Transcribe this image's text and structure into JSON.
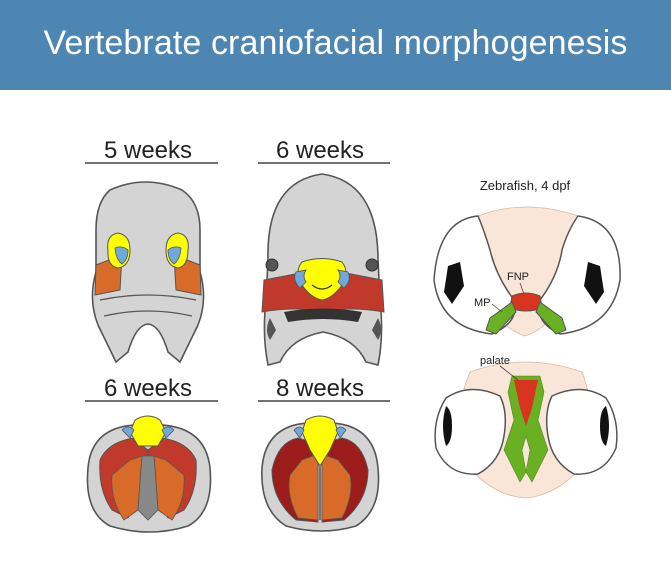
{
  "slide": {
    "title": "Vertebrate craniofacial morphogenesis"
  },
  "panels": {
    "human_5w_front": {
      "label": "5 weeks"
    },
    "human_6w_front": {
      "label": "6 weeks"
    },
    "human_6w_palate": {
      "label": "6 weeks"
    },
    "human_8w_palate": {
      "label": "8 weeks"
    },
    "zebrafish": {
      "label": "Zebrafish, 4 dpf",
      "annotations": {
        "fnp": "FNP",
        "mp": "MP",
        "palate": "palate"
      }
    }
  },
  "colors": {
    "header": "#4d86b3",
    "tissue_gray": "#d4d4d4",
    "outline": "#555555",
    "frontonasal_yellow": "#ffff00",
    "nasal_blue": "#6fa8dc",
    "maxillary_red": "#c0392b",
    "mandibular_orange": "#d86a2a",
    "dark_red": "#9c1c1c",
    "zebrafish_bg": "#f9e6d8",
    "zebrafish_green": "#6ab023",
    "zebrafish_red": "#d8341f"
  }
}
